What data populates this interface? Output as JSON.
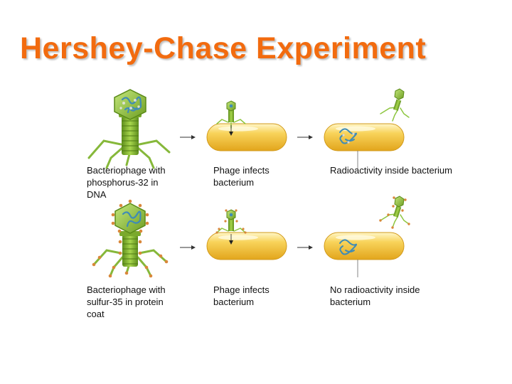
{
  "title": "Hershey-Chase Experiment",
  "rows": [
    {
      "phage_caption": "Bacteriophage with phosphorus-32 in DNA",
      "infect_caption": "Phage infects bacterium",
      "result_caption": "Radioactivity inside bacterium"
    },
    {
      "phage_caption": "Bacteriophage with sulfur-35 in protein coat",
      "infect_caption": "Phage infects bacterium",
      "result_caption": "No radioactivity inside bacterium"
    }
  ],
  "colors": {
    "title": "#f26b0f",
    "phage_green": "#8dc63f",
    "bacterium_yellow": "#f5c842",
    "dna_blue": "#4a8fb5",
    "sulfur_marker": "#d9873a"
  }
}
